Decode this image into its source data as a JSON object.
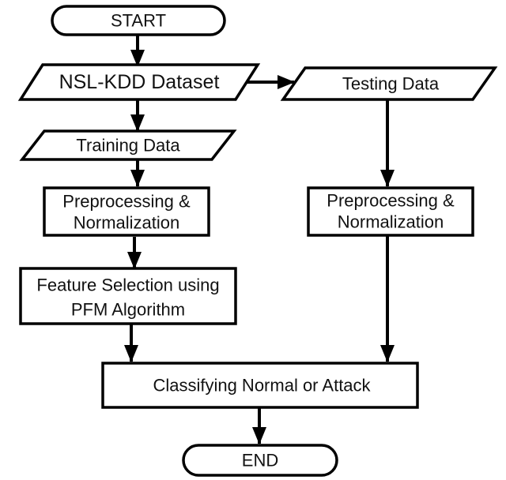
{
  "nodes": {
    "start": "START",
    "dataset": "NSL-KDD Dataset",
    "testing": "Testing Data",
    "training": "Training Data",
    "prep_left": [
      "Preprocessing &",
      "Normalization"
    ],
    "prep_right": [
      "Preprocessing &",
      "Normalization"
    ],
    "feature": [
      "Feature Selection using",
      "PFM Algorithm"
    ],
    "classify": "Classifying Normal or Attack",
    "end": "END"
  },
  "colors": {
    "stroke": "#000000",
    "fill": "#ffffff",
    "text": "#111111"
  }
}
